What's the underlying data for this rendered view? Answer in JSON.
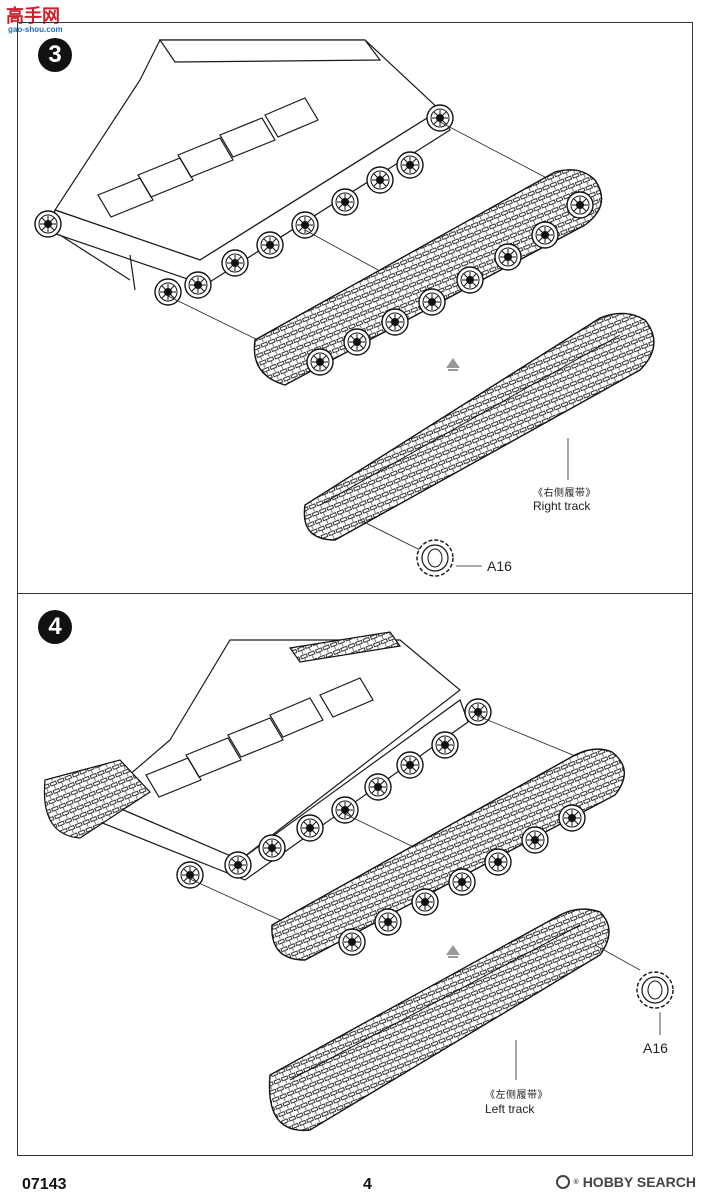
{
  "watermark": {
    "logo_text": "高手网",
    "url_text": "gao-shou.com"
  },
  "steps": [
    {
      "number": "3",
      "zh_label": "《右侧履带》",
      "en_label": "Right track",
      "part_code": "A16"
    },
    {
      "number": "4",
      "zh_label": "《左侧履带》",
      "en_label": "Left track",
      "part_code": "A16"
    }
  ],
  "footer": {
    "kit_number": "07143",
    "page_number": "4",
    "brand": "HOBBY SEARCH",
    "brand_mark": "®"
  },
  "colors": {
    "line": "#1a1a1a",
    "badge": "#111111",
    "watermark_red": "#d0202e",
    "watermark_blue": "#1b6fb8"
  },
  "icons": [
    "up-arrow-icon",
    "sprocket-wheel-icon",
    "tank-hull-drawing",
    "track-drawing"
  ]
}
